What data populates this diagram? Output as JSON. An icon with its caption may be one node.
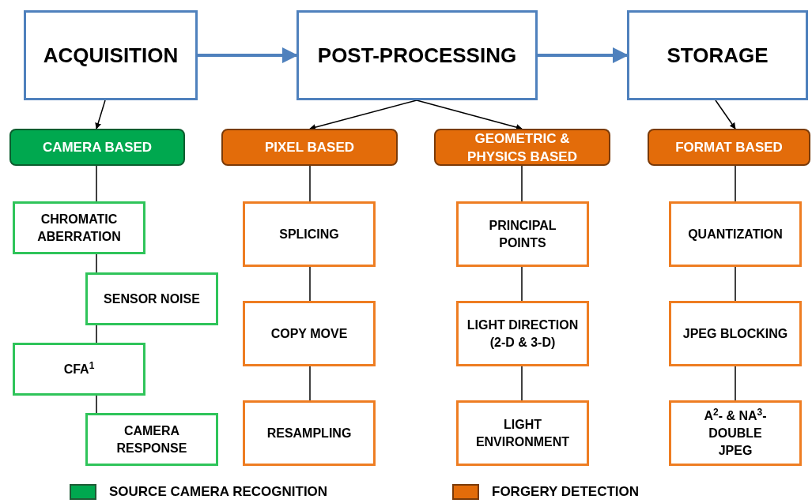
{
  "diagram": {
    "nodes": [
      {
        "text": [
          "ACQUISITION"
        ]
      },
      {
        "text": [
          "POST-PROCESSING"
        ]
      },
      {
        "text": [
          "STORAGE"
        ]
      },
      {
        "text": [
          "CAMERA BASED"
        ]
      },
      {
        "text": [
          "PIXEL BASED"
        ]
      },
      {
        "text": [
          "GEOMETRIC & PHYSICS BASED"
        ]
      },
      {
        "text": [
          "FORMAT BASED"
        ]
      },
      {
        "text": [
          "CHROMATIC ABERRATION"
        ]
      },
      {
        "text": [
          "SENSOR NOISE"
        ]
      },
      {
        "text": [
          "CFA$^{1}$"
        ]
      },
      {
        "text": [
          "CAMERA RESPONSE"
        ]
      },
      {
        "text": [
          "SPLICING"
        ]
      },
      {
        "text": [
          "COPY MOVE"
        ]
      },
      {
        "text": [
          "RESAMPLING"
        ]
      },
      {
        "text": [
          "PRINCIPAL POINTS"
        ]
      },
      {
        "text": [
          "LIGHT DIRECTION (2-D & 3-D)"
        ]
      },
      {
        "text": [
          "LIGHT ENVIRONMENT"
        ]
      },
      {
        "text": [
          "QUANTIZATION"
        ]
      },
      {
        "text": [
          "JPEG BLOCKING"
        ]
      },
      {
        "text": [
          "A$^{2}$- & NA$^{3}$- DOUBLE JPEG"
        ]
      }
    ],
    "edges": [
      {
        "from": 0,
        "to": 1,
        "arrow": "to",
        "style": "thick",
        "color": "#4f81bd"
      },
      {
        "from": 1,
        "to": 2,
        "arrow": "to",
        "style": "thick",
        "color": "#4f81bd"
      },
      {
        "from": 0,
        "to": 3,
        "arrow": "to"
      },
      {
        "from": 1,
        "to": 4,
        "arrow": "to"
      },
      {
        "from": 1,
        "to": 5,
        "arrow": "to"
      },
      {
        "from": 2,
        "to": 6,
        "arrow": "to"
      },
      {
        "from": 3,
        "to": 7,
        "arrow": "none"
      },
      {
        "from": 7,
        "to": 8,
        "arrow": "none"
      },
      {
        "from": 8,
        "to": 9,
        "arrow": "none"
      },
      {
        "from": 9,
        "to": 10,
        "arrow": "none"
      },
      {
        "from": 4,
        "to": 11,
        "arrow": "none"
      },
      {
        "from": 11,
        "to": 12,
        "arrow": "none"
      },
      {
        "from": 12,
        "to": 13,
        "arrow": "none"
      },
      {
        "from": 5,
        "to": 14,
        "arrow": "none"
      },
      {
        "from": 14,
        "to": 15,
        "arrow": "none"
      },
      {
        "from": 15,
        "to": 16,
        "arrow": "none"
      },
      {
        "from": 6,
        "to": 17,
        "arrow": "none"
      },
      {
        "from": 17,
        "to": 18,
        "arrow": "none"
      },
      {
        "from": 18,
        "to": 19,
        "arrow": "none"
      }
    ],
    "legend": [
      {
        "text": "SOURCE CAMERA RECOGNITION",
        "color": "#00a84f"
      },
      {
        "text": "FORGERY DETECTION",
        "color": "#e36c0a"
      }
    ]
  }
}
